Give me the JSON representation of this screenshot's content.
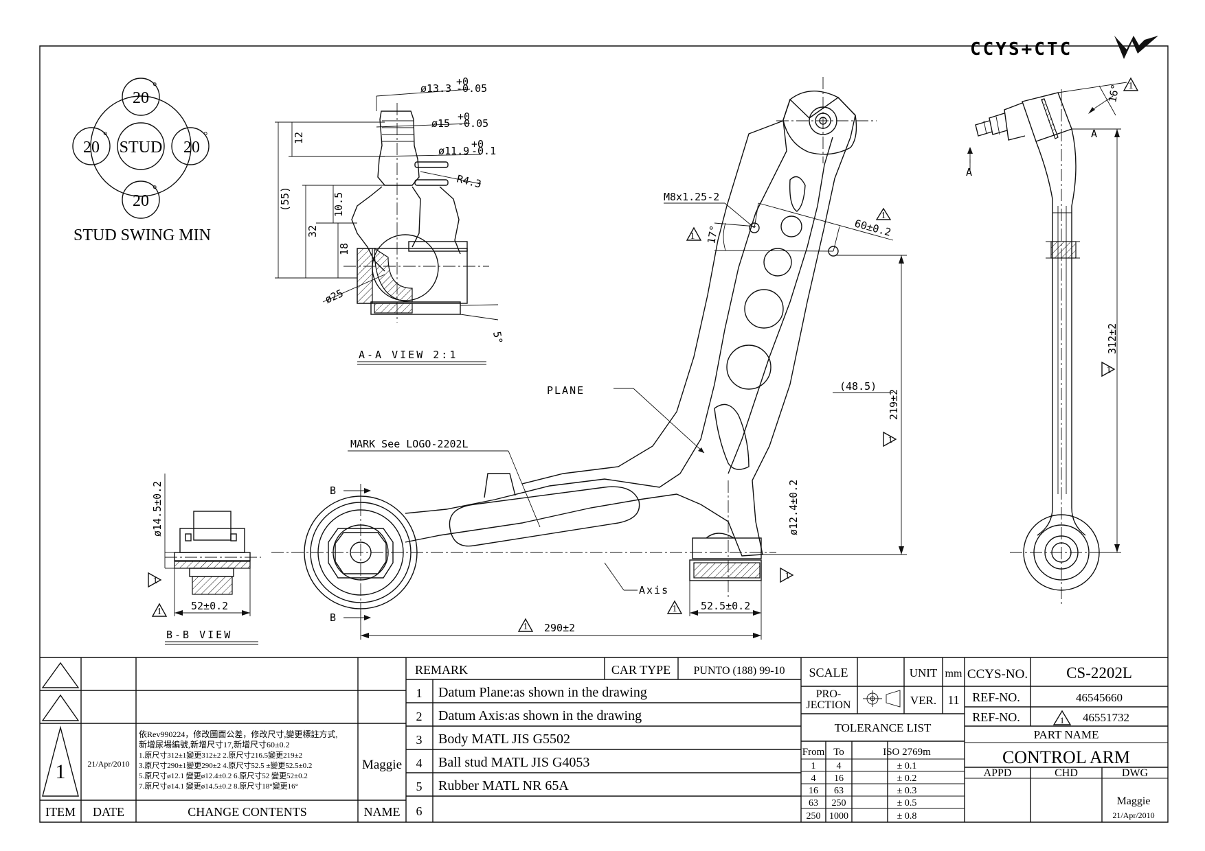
{
  "logo": {
    "brand": "CCYS+CTC"
  },
  "swing": {
    "title": "STUD SWING MIN",
    "center": "STUD",
    "top": "20",
    "left": "20",
    "right": "20",
    "bottom": "20",
    "degree": "°"
  },
  "aa_view": {
    "title": "A-A VIEW 2:1",
    "d1": "ø13.3",
    "d1_tol_up": "+0",
    "d1_tol_dn": "-0.05",
    "d2": "ø15",
    "d2_tol_up": "+0",
    "d2_tol_dn": "-0.05",
    "d3": "ø11.9",
    "d3_tol_up": "+0",
    "d3_tol_dn": "-0.1",
    "radius": "R4.3",
    "l12": "12",
    "l55": "(55)",
    "l32": "32",
    "l105": "10.5",
    "l18": "18",
    "d25": "ø25",
    "ang5": "5°"
  },
  "main_view": {
    "plane": "PLANE",
    "mark": "MARK See LOGO-2202L",
    "axis": "Axis",
    "thread": "M8x1.25-2",
    "ang17": "17°",
    "d60": "60±0.2",
    "d485": "(48.5)",
    "d219": "219±2",
    "d124": "ø12.4±0.2",
    "d525": "52.5±0.2",
    "d290": "290±2",
    "b_top": "B",
    "b_bot": "B",
    "rev": "1"
  },
  "bb_view": {
    "title": "B-B VIEW",
    "d145": "ø14.5±0.2",
    "d52": "52±0.2"
  },
  "side_view": {
    "ang16": "16°",
    "a1": "A",
    "a2": "A",
    "d312": "312±2"
  },
  "change_table": {
    "headers": [
      "ITEM",
      "DATE",
      "CHANGE CONTENTS",
      "NAME"
    ],
    "row_item": "1",
    "row_date": "21/Apr/2010",
    "row_name": "Maggie",
    "row_lines": [
      "依Rev990224，修改圖面公差，修改尺寸,變更標註方式,",
      "新增尿場編號,新增尺寸17,新增尺寸60±0.2",
      "1.原尺寸312±1變更312±2 2.原尺寸216.5變更219±2",
      "3.原尺寸290±1變更290±2 4.原尺寸52.5 ±變更52.5±0.2",
      "5.原尺寸ø12.1 變更ø12.4±0.2 6.原尺寸52 變更52±0.2",
      "7.原尺寸ø14.1 變更ø14.5±0.2 8.原尺寸18°變更16°"
    ]
  },
  "remark": {
    "label": "REMARK",
    "car_type_label": "CAR TYPE",
    "car_type": "PUNTO (188) 99-10",
    "items": [
      {
        "no": "1",
        "text": "Datum Plane:as shown in the drawing"
      },
      {
        "no": "2",
        "text": "Datum Axis:as shown in the drawing"
      },
      {
        "no": "3",
        "text": "Body MATL JIS G5502"
      },
      {
        "no": "4",
        "text": "Ball stud MATL JIS G4053"
      },
      {
        "no": "5",
        "text": "Rubber MATL NR 65A"
      },
      {
        "no": "6",
        "text": ""
      }
    ]
  },
  "spec": {
    "scale_label": "SCALE",
    "unit_label": "UNIT",
    "unit": "mm",
    "projection_l1": "PRO-",
    "projection_l2": "JECTION",
    "ver_label": "VER.",
    "ver": "11",
    "tol_title": "TOLERANCE LIST",
    "tol_headers": [
      "From",
      "To",
      "ISO 2769m"
    ],
    "tol_rows": [
      [
        "1",
        "4",
        "± 0.1"
      ],
      [
        "4",
        "16",
        "± 0.2"
      ],
      [
        "16",
        "63",
        "± 0.3"
      ],
      [
        "63",
        "250",
        "± 0.5"
      ],
      [
        "250",
        "1000",
        "± 0.8"
      ]
    ]
  },
  "part": {
    "ccys_label": "CCYS-NO.",
    "ccys": "CS-2202L",
    "ref_label": "REF-NO.",
    "ref1": "46545660",
    "ref2": "46551732",
    "name_label": "PART NAME",
    "name": "CONTROL ARM",
    "appd": "APPD",
    "chd": "CHD",
    "dwg": "DWG",
    "drawn_by": "Maggie",
    "date": "21/Apr/2010"
  }
}
